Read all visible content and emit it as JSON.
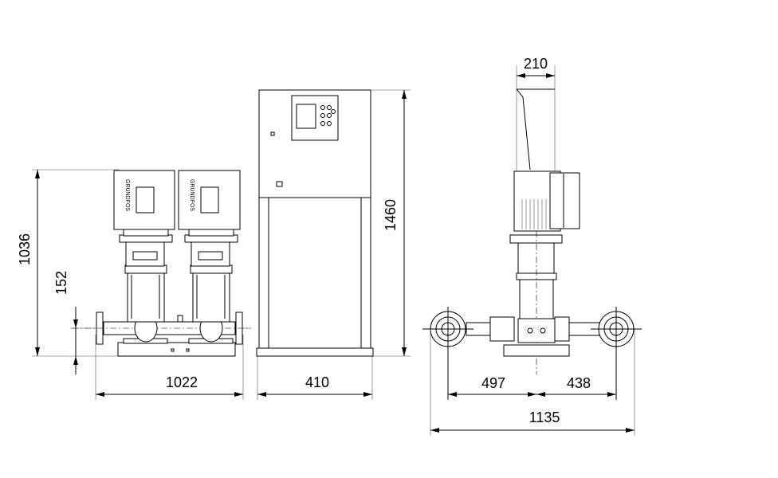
{
  "dimensions": {
    "front_height": "1036",
    "pipe_height": "152",
    "front_width": "1022",
    "cabinet_width": "410",
    "cabinet_height": "1460",
    "side_top_width": "210",
    "side_left": "497",
    "side_right": "438",
    "side_total": "1135"
  },
  "colors": {
    "line": "#000000",
    "background": "#ffffff"
  }
}
